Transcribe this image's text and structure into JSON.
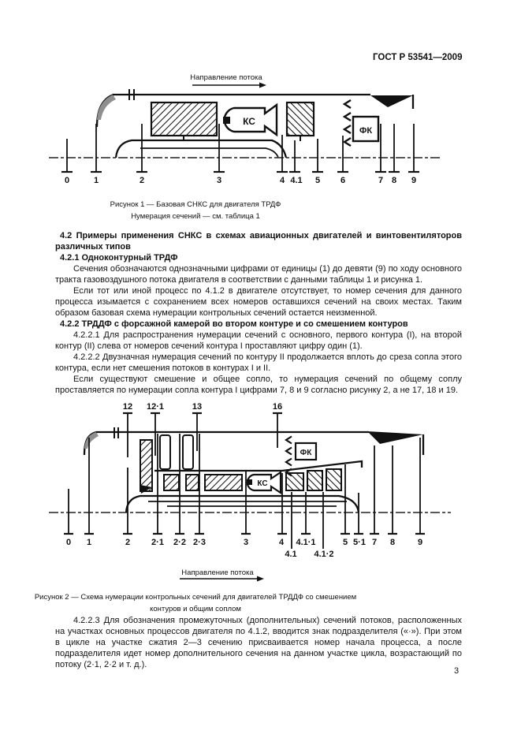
{
  "header": {
    "title": "ГОСТ Р 53541—2009"
  },
  "figure1": {
    "flow_label": "Направление потока",
    "kc_label": "КС",
    "fk_label": "ФК",
    "sections": [
      "0",
      "1",
      "2",
      "3",
      "4",
      "4.1",
      "5",
      "6",
      "7",
      "8",
      "9"
    ],
    "caption_line1": "Рисунок 1 — Базовая СНКС для двигателя ТРДФ",
    "caption_line2": "Нумерация сечений — см. таблица 1"
  },
  "body": {
    "h42": "4.2 Примеры применения СНКС в схемах авиационных двигателей и винтовентиляторов различных типов",
    "h421": "4.2.1 Одноконтурный ТРДФ",
    "p1": "Сечения обозначаются однозначными цифрами от единицы (1) до девяти (9) по ходу основного тракта газовоздушного потока двигателя в соответствии с данными таблицы 1 и рисунка 1.",
    "p2": "Если тот или иной процесс по 4.1.2 в двигателе отсутствует, то номер сечения для данного процесса изымается с сохранением всех номеров оставшихся сечений на своих местах. Таким образом базовая схема нумерации контрольных сечений остается неизменной.",
    "h422": "4.2.2 ТРДДФ с форсажной камерой во втором контуре и со смешением контуров",
    "p3": "4.2.2.1 Для распространения нумерации сечений с основного, первого контура (I), на второй контур (II) слева от номеров сечений контура I проставляют цифру один (1).",
    "p4": "4.2.2.2 Двузначная нумерация сечений по контуру II продолжается вплоть до среза сопла этого контура, если нет смешения потоков в контурах I и II.",
    "p5": "Если существуют смешение и общее сопло, то нумерация сечений по общему соплу проставляется по нумерации сопла контура I цифрами 7, 8 и 9 согласно рисунку 2, а не 17, 18 и 19."
  },
  "figure2": {
    "flow_label": "Направление потока",
    "kc_label": "КС",
    "fk_label": "ФК",
    "top_sections": [
      "12",
      "12·1",
      "13",
      "16"
    ],
    "sections": [
      "0",
      "1",
      "2",
      "2·1",
      "2·2",
      "2·3",
      "3",
      "4",
      "4.1·1",
      "5",
      "5·1",
      "7",
      "8",
      "9"
    ],
    "sub_sections": [
      "4.1",
      "4.1·2"
    ],
    "caption": "Рисунок 2 — Схема нумерации контрольных сечений для двигателей ТРДДФ со смешением контуров и общим соплом"
  },
  "footer": {
    "p4223": "4.2.2.3 Для обозначения промежуточных (дополнительных) сечений потоков, расположенных на участках основных процессов двигателя по 4.1.2, вводится знак подразделителя («·»). При этом в цикле на участке сжатия 2—3 сечению присваивается номер начала процесса, а после подразделителя идет номер дополнительного сечения на данном участке цикла, возрастающий по потоку (2·1, 2·2 и т. д.).",
    "page_number": "3"
  }
}
